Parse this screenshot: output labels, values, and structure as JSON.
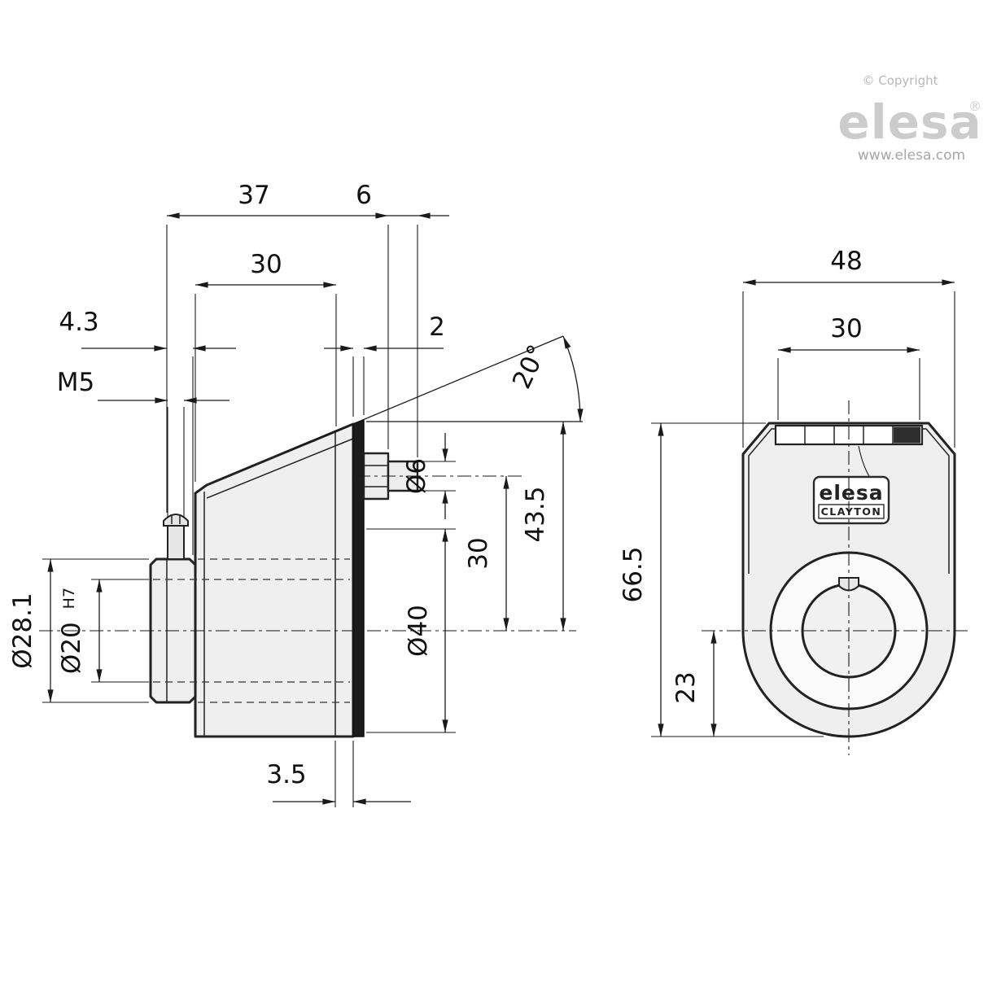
{
  "branding": {
    "copyright": "© Copyright",
    "logo": "elesa",
    "registered": "®",
    "website": "www.elesa.com"
  },
  "side_view": {
    "dims": {
      "width_total": "37",
      "shaft_len": "6",
      "body_len": "30",
      "rear_offset": "4.3",
      "gasket": "2",
      "thread": "M5",
      "angle": "20°",
      "shaft_dia": "Ø6",
      "axis_offset": "30",
      "face_height": "43.5",
      "boss_dia": "Ø40",
      "hub_dia": "Ø28.1",
      "bore_dia": "Ø20",
      "bore_fit": "H7",
      "flange": "3.5"
    }
  },
  "front_view": {
    "dims": {
      "width": "48",
      "window_width": "30",
      "height": "66.5",
      "center_height": "23"
    },
    "label": {
      "brand": "elesa",
      "series": "CLAYTON"
    }
  }
}
